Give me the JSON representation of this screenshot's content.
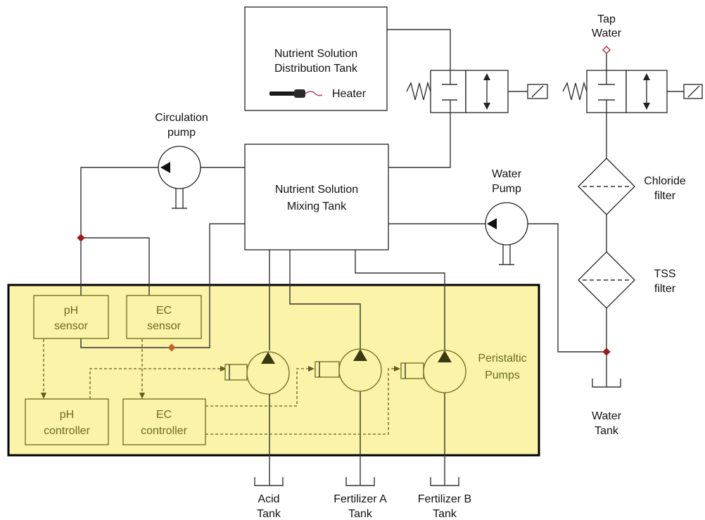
{
  "tanks": {
    "distribution_line1": "Nutrient Solution",
    "distribution_line2": "Distribution Tank",
    "heater": "Heater",
    "mixing_line1": "Nutrient Solution",
    "mixing_line2": "Mixing Tank"
  },
  "pumps": {
    "circulation_line1": "Circulation",
    "circulation_line2": "pump",
    "water_line1": "Water",
    "water_line2": "Pump",
    "peristaltic_line1": "Peristaltic",
    "peristaltic_line2": "Pumps"
  },
  "tap_water": {
    "line1": "Tap",
    "line2": "Water"
  },
  "filters": {
    "chloride_line1": "Chloride",
    "chloride_line2": "filter",
    "tss_line1": "TSS",
    "tss_line2": "filter"
  },
  "sensors": {
    "ph_line1": "pH",
    "ph_line2": "sensor",
    "ec_line1": "EC",
    "ec_line2": "sensor"
  },
  "controllers": {
    "ph_line1": "pH",
    "ph_line2": "controller",
    "ec_line1": "EC",
    "ec_line2": "controller"
  },
  "bottom_tanks": {
    "acid_line1": "Acid",
    "acid_line2": "Tank",
    "fert_a_line1": "Fertilizer A",
    "fert_a_line2": "Tank",
    "fert_b_line1": "Fertilizer B",
    "fert_b_line2": "Tank",
    "water_line1": "Water",
    "water_line2": "Tank"
  },
  "colors": {
    "control_zone_fill": "#faf3a8",
    "control_zone_border": "#000000",
    "junction": "#a01818",
    "olive_text": "#6b6b1e"
  }
}
